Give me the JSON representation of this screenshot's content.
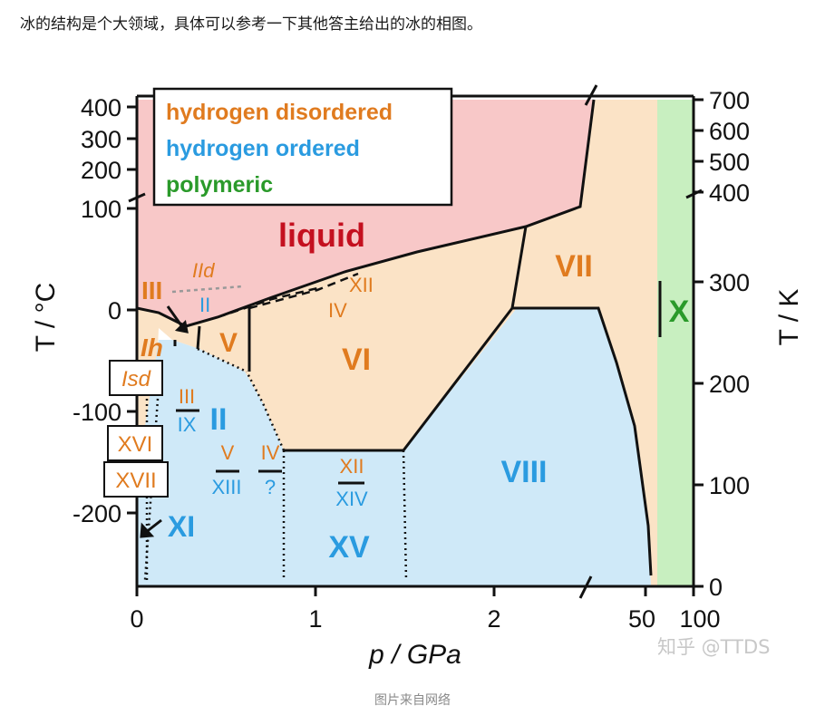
{
  "intro_text": "冰的结构是个大领域，具体可以参考一下其他答主给出的冰的相图。",
  "caption": "图片来自网络",
  "watermark": "知乎 @TTDS",
  "colors": {
    "hydrogen_disordered": "#e07b1f",
    "hydrogen_ordered": "#2a9be0",
    "polymeric": "#2a9a2a",
    "liquid_fill": "#f8c8c8",
    "disordered_fill": "#fbe3c6",
    "ordered_fill": "#cfe9f8",
    "polymeric_fill": "#c8efc0",
    "liquid_text": "#c4101f"
  },
  "chart_data": {
    "type": "phase-diagram",
    "xlabel": "p / GPa",
    "ylabel_left": "T / °C",
    "ylabel_right": "T / K",
    "x_ticks": [
      "0",
      "1",
      "2",
      "50",
      "100"
    ],
    "y_left_ticks": [
      "400",
      "300",
      "200",
      "100",
      "0",
      "-100",
      "-200"
    ],
    "y_right_ticks": [
      "700",
      "600",
      "500",
      "400",
      "300",
      "200",
      "100",
      "0"
    ],
    "legend": [
      {
        "label": "hydrogen disordered",
        "color": "#e07b1f"
      },
      {
        "label": "hydrogen ordered",
        "color": "#2a9be0"
      },
      {
        "label": "polymeric",
        "color": "#2a9a2a"
      }
    ],
    "phases": {
      "liquid": "liquid",
      "III": "III",
      "IId": "IId",
      "II_small": "II",
      "XII_top": "XII",
      "IV_top": "IV",
      "Ih": "Ih",
      "V": "V",
      "VI": "VI",
      "VII": "VII",
      "X": "X",
      "Isd": "Isd",
      "XVI": "XVI",
      "XVII": "XVII",
      "III_pair": "III",
      "IX": "IX",
      "II": "II",
      "V_pair": "V",
      "XIII": "XIII",
      "IV_pair": "IV",
      "question": "?",
      "XII_pair": "XII",
      "XIV": "XIV",
      "VIII": "VIII",
      "XI": "XI",
      "XV": "XV"
    }
  }
}
